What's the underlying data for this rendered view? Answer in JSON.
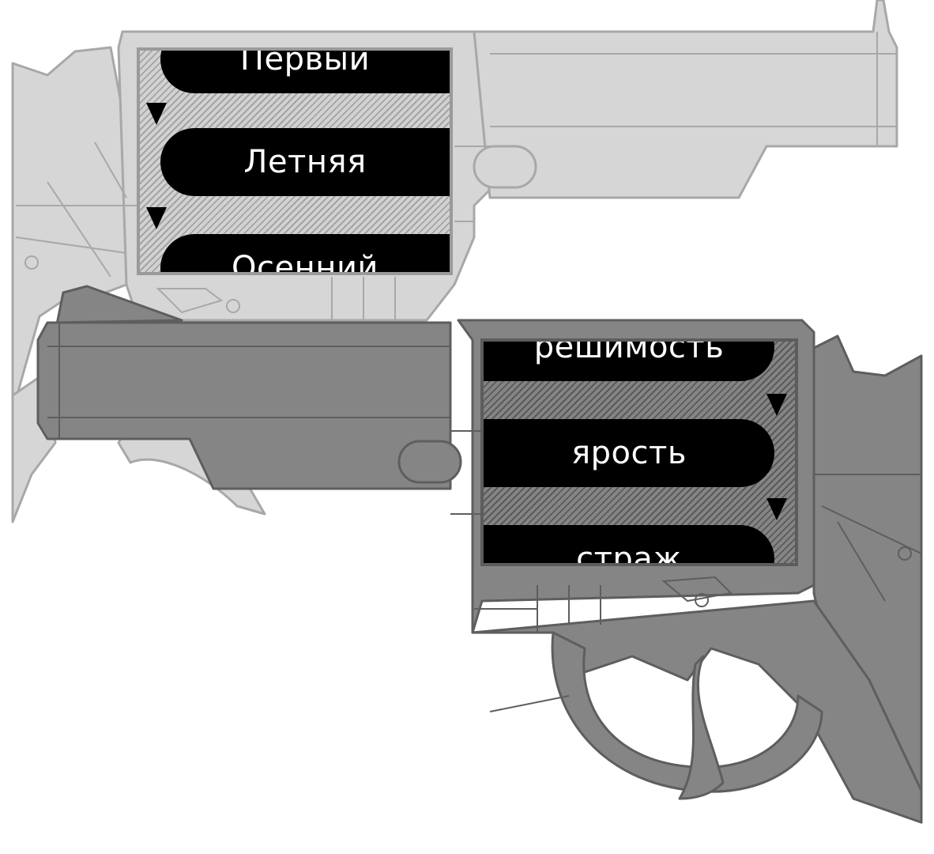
{
  "colors": {
    "background": "#ffffff",
    "gun_top_fill": "#d6d6d6",
    "gun_top_line": "#a8a8a8",
    "gun_bottom_fill": "#858585",
    "gun_bottom_line": "#5e5e5e",
    "slot_fill": "#000000",
    "slot_text": "#ffffff"
  },
  "icons": {
    "top_gun": "revolver-icon",
    "bottom_gun": "revolver-icon",
    "marker": "triangle-down-icon"
  },
  "reels": {
    "top": {
      "items": [
        "Первый",
        "Летняя",
        "Осенний"
      ]
    },
    "bottom": {
      "items": [
        "решимость",
        "ярость",
        "страж"
      ]
    }
  }
}
